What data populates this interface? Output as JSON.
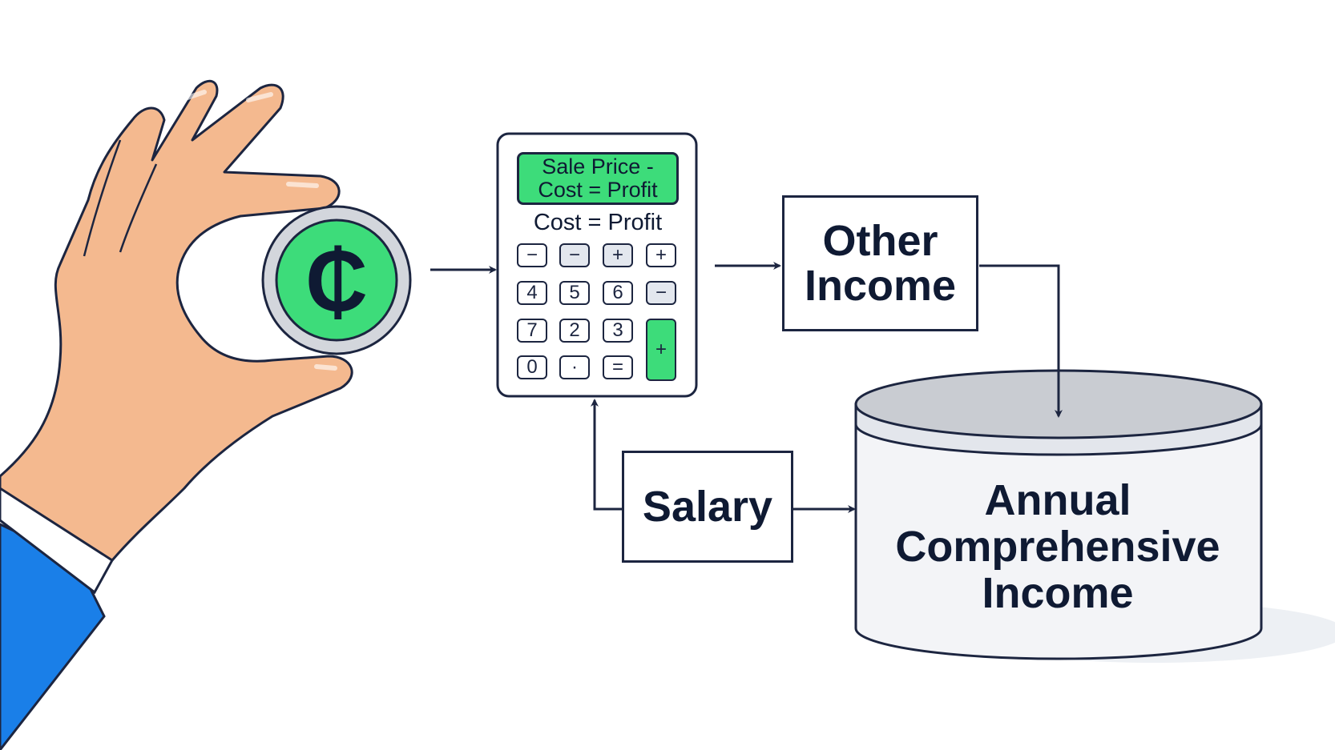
{
  "diagram": {
    "coin_symbol": "₵",
    "calculator": {
      "display_line1": "Sale Price -",
      "display_line2": "Cost = Profit",
      "subtext": "Cost = Profit",
      "keys": [
        {
          "label": "−",
          "style": "white"
        },
        {
          "label": "−",
          "style": "gray"
        },
        {
          "label": "+",
          "style": "gray"
        },
        {
          "label": "+",
          "style": "white"
        },
        {
          "label": "4",
          "style": "white"
        },
        {
          "label": "5",
          "style": "white"
        },
        {
          "label": "6",
          "style": "white"
        },
        {
          "label": "−",
          "style": "gray"
        },
        {
          "label": "7",
          "style": "white"
        },
        {
          "label": "2",
          "style": "white"
        },
        {
          "label": "3",
          "style": "white"
        },
        {
          "label": "+",
          "style": "green"
        },
        {
          "label": "0",
          "style": "white"
        },
        {
          "label": "·",
          "style": "white"
        },
        {
          "label": "=",
          "style": "white"
        }
      ]
    },
    "other_income": {
      "line1": "Other",
      "line2": "Income"
    },
    "salary": "Salary",
    "annual": {
      "line1": "Annual",
      "line2": "Comprehensive",
      "line3": "Income"
    },
    "colors": {
      "ink": "#1c2540",
      "accent_green": "#3ddc7a",
      "skin": "#f4b98f",
      "sleeve": "#1a7fe8",
      "cylinder_top": "#c9ccd2",
      "cylinder_body": "#f3f4f7"
    }
  }
}
